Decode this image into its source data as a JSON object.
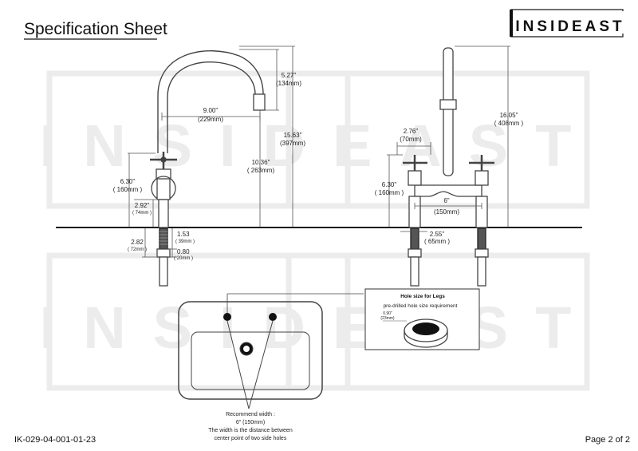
{
  "header": {
    "title": "Specification Sheet",
    "brand": "INSIDEAST"
  },
  "footer": {
    "doc_code": "IK-029-04-001-01-23",
    "page": "Page 2 of 2"
  },
  "side_view": {
    "spout_drop": {
      "inch": "5.27\"",
      "mm": "(134mm)"
    },
    "reach": {
      "inch": "9.00\"",
      "mm": "(229mm)"
    },
    "spout_clearance": {
      "inch": "10.36\"",
      "mm": "( 263mm)"
    },
    "overall_height": {
      "inch": "15.63\"",
      "mm": "(397mm)"
    },
    "handle_height": {
      "inch": "6.30\"",
      "mm": "( 160mm )"
    },
    "body_height": {
      "inch": "2.92\"",
      "mm": "( 74mm )"
    },
    "shank_length": {
      "inch": "1.53",
      "mm": "( 39mm )"
    },
    "total_shank": {
      "inch": "2.82",
      "mm": "( 72mm )"
    },
    "nut_length": {
      "inch": "0.80",
      "mm": "( 20mm )"
    }
  },
  "front_view": {
    "overall_height": {
      "inch": "16.05\"",
      "mm": "( 408mm )"
    },
    "handle_spread": {
      "inch": "2.76\"",
      "mm": "(70mm)"
    },
    "handle_height": {
      "inch": "6.30\"",
      "mm": "( 160mm )"
    },
    "center_spacing": {
      "inch": "6\"",
      "mm": "(150mm)"
    },
    "leg_width": {
      "inch": "2.55\"",
      "mm": "( 65mm )"
    }
  },
  "hole_box": {
    "title": "Hole size for Legs",
    "subtitle": "pre-drilled hole size requirement",
    "dim_inch": "0.90\"",
    "dim_mm": "(23mm)"
  },
  "sink_note": {
    "line1": "Recommend width :",
    "line2": "6\" (150mm)",
    "line3": "The width is the distance between",
    "line4": "center point of two side holes"
  },
  "watermark": "INSIDEAST"
}
